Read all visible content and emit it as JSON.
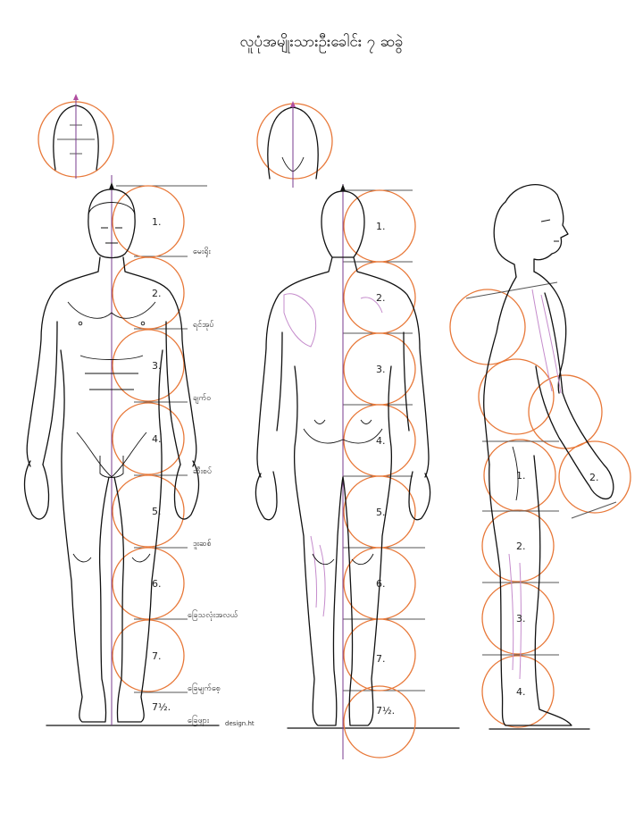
{
  "title": "လူပုံအမျိုးသားဦးခေါင်း ၇ ဆခွဲ",
  "front_head_numbers": [
    "1.",
    "2.",
    "3.",
    "4.",
    "5.",
    "6.",
    "7.",
    "7½."
  ],
  "back_head_numbers": [
    "1.",
    "2.",
    "3.",
    "4.",
    "5.",
    "6.",
    "7.",
    "7½."
  ],
  "side_head_numbers": [
    "1.",
    "2.",
    "3.",
    "4."
  ],
  "side_arm_numbers": [
    "2."
  ],
  "body_landmarks": [
    "မေးရိုး",
    "ရင်အုပ်",
    "ချက်ဝ",
    "ဆီးစပ်",
    "ဒူးဆစ်",
    "ခြေသလုံးအလယ်",
    "ခြေမျက်စေ့",
    "ခြေဖျား"
  ],
  "watermark": "design.ht",
  "colors": {
    "circle": "#e8793a",
    "axis": "#7a3b8f",
    "muscle": "#c58ccc",
    "ink": "#111111"
  }
}
